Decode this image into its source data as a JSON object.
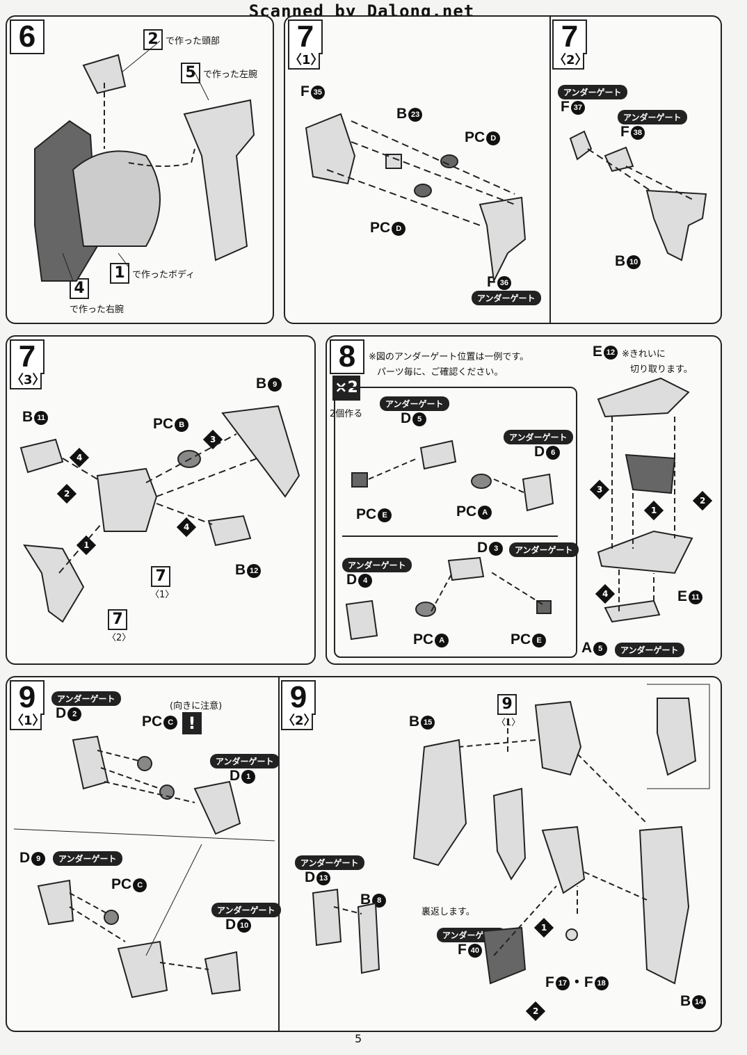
{
  "header": {
    "title": "Scanned by Dalong.net"
  },
  "page_number": "5",
  "tag_text": "アンダーゲート",
  "step6": {
    "num": "6",
    "head": {
      "num": "2",
      "text": "で作った頭部"
    },
    "left_arm": {
      "num": "5",
      "text": "で作った左腕"
    },
    "body": {
      "num": "1",
      "text": "で作ったボディ"
    },
    "right_arm": {
      "num": "4",
      "text": "で作った右腕"
    }
  },
  "step7_1": {
    "num": "7",
    "sub": "〈1〉",
    "labels": {
      "f35": "F",
      "f35c": "35",
      "b23": "B",
      "b23c": "23",
      "pcd1": "PC",
      "pcd1c": "D",
      "pcd2": "PC",
      "pcd2c": "D",
      "f36": "F",
      "f36c": "36"
    }
  },
  "step7_2": {
    "num": "7",
    "sub": "〈2〉",
    "labels": {
      "f37": "F",
      "f37c": "37",
      "f38": "F",
      "f38c": "38",
      "b10": "B",
      "b10c": "10"
    }
  },
  "step7_3": {
    "num": "7",
    "sub": "〈3〉",
    "labels": {
      "b9": "B",
      "b9c": "9",
      "b11": "B",
      "b11c": "11",
      "pcb": "PC",
      "pcbc": "B",
      "b12": "B",
      "b12c": "12"
    },
    "refs": [
      {
        "num": "7",
        "sub": "〈1〉"
      },
      {
        "num": "7",
        "sub": "〈2〉"
      }
    ],
    "order": [
      "1",
      "2",
      "3",
      "4",
      "4"
    ]
  },
  "step8": {
    "num": "8",
    "times": "×2",
    "times_note": "2個作る",
    "note_line1": "※図のアンダーゲート位置は一例です。",
    "note_line2": "パーツ毎に、ご確認ください。",
    "e12": "E",
    "e12c": "12",
    "e12_note1": "※きれいに",
    "e12_note2": "切り取ります。",
    "labels": {
      "d5": "D",
      "d5c": "5",
      "d6": "D",
      "d6c": "6",
      "pce1": "PC",
      "pce1c": "E",
      "pca1": "PC",
      "pca1c": "A",
      "d3": "D",
      "d3c": "3",
      "d4": "D",
      "d4c": "4",
      "pca2": "PC",
      "pca2c": "A",
      "pce2": "PC",
      "pce2c": "E",
      "e11": "E",
      "e11c": "11",
      "a5": "A",
      "a5c": "5"
    },
    "order": [
      "1",
      "2",
      "3",
      "4"
    ]
  },
  "step9_1": {
    "num": "9",
    "sub": "〈1〉",
    "caution": "(向きに注意)",
    "bang": "!",
    "labels": {
      "d2": "D",
      "d2c": "2",
      "pcc1": "PC",
      "pcc1c": "C",
      "d1": "D",
      "d1c": "1",
      "d9": "D",
      "d9c": "9",
      "pcc2": "PC",
      "pcc2c": "C",
      "d10": "D",
      "d10c": "10"
    }
  },
  "step9_2": {
    "num": "9",
    "sub": "〈2〉",
    "ref_num": "9",
    "ref_sub": "〈1〉",
    "flip_note": "裏返します。",
    "labels": {
      "b15": "B",
      "b15c": "15",
      "d13": "D",
      "d13c": "13",
      "b8": "B",
      "b8c": "8",
      "f40": "F",
      "f40c": "40",
      "f17": "F",
      "f17c": "17",
      "dot": "・",
      "f18": "F",
      "f18c": "18",
      "b14": "B",
      "b14c": "14"
    },
    "order": [
      "1",
      "2"
    ]
  }
}
